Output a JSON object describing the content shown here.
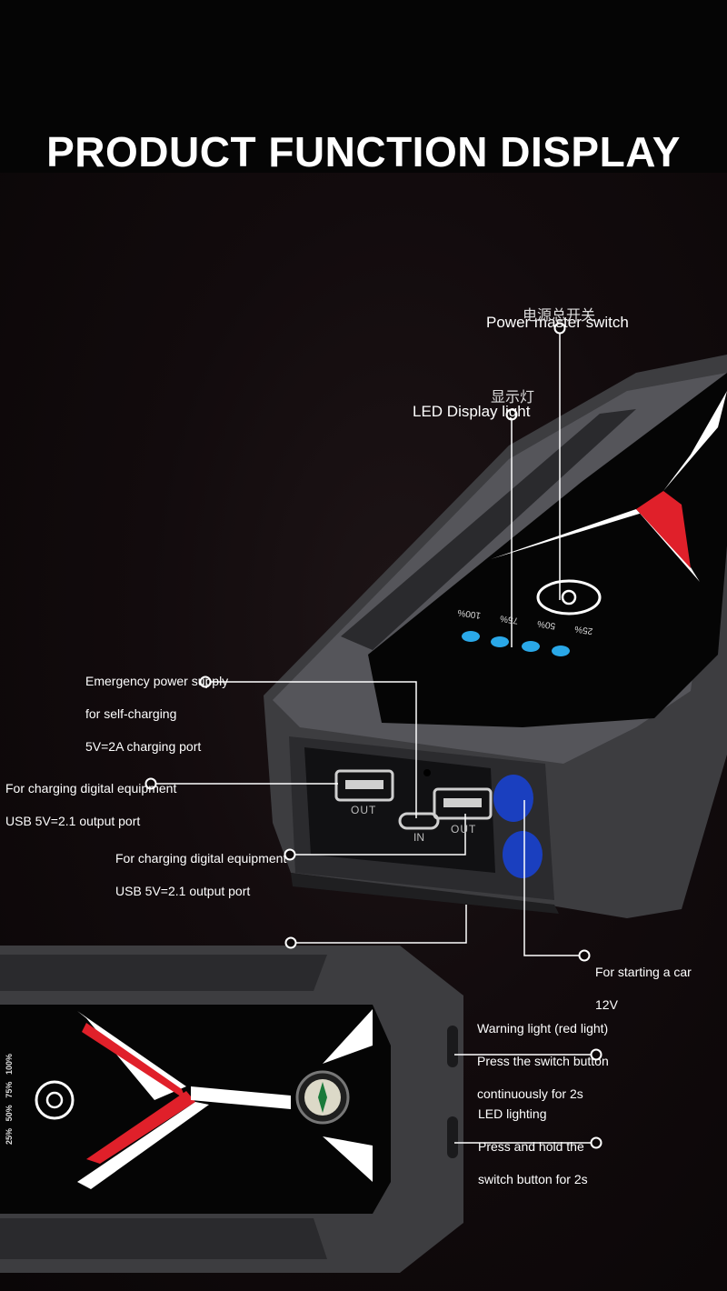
{
  "title": "PRODUCT FUNCTION DISPLAY",
  "callouts": {
    "power_switch": "Power master switch",
    "power_switch_cn": "电源总开关",
    "led_display": "LED Display light",
    "led_display_cn": "显示灯",
    "emergency": [
      "Emergency power supply",
      "for self-charging",
      "5V=2A charging port"
    ],
    "usb_left": [
      "For charging digital equipment",
      "USB 5V=2.1 output port"
    ],
    "usb_right": [
      "For charging digital equipment",
      "USB 5V=2.1 output port"
    ],
    "starting_car": [
      "For starting a car",
      "12V"
    ],
    "warning_light": [
      "Warning light (red light)",
      "Press the switch button",
      "continuously for 2s"
    ],
    "led_lighting": [
      "LED lighting",
      "Press and hold the",
      "switch button for 2s"
    ]
  },
  "device_top": {
    "battery_levels": [
      "25%",
      "50%",
      "75%",
      "100%"
    ],
    "port_labels": [
      "OUT",
      "IN",
      "OUT"
    ]
  },
  "device_bottom": {
    "battery_levels": [
      "25%",
      "50%",
      "75%",
      "100%"
    ]
  },
  "colors": {
    "accent_red": "#e0202a",
    "led_blue": "#2aa8e8",
    "body_gray": "#4a4a4d"
  }
}
